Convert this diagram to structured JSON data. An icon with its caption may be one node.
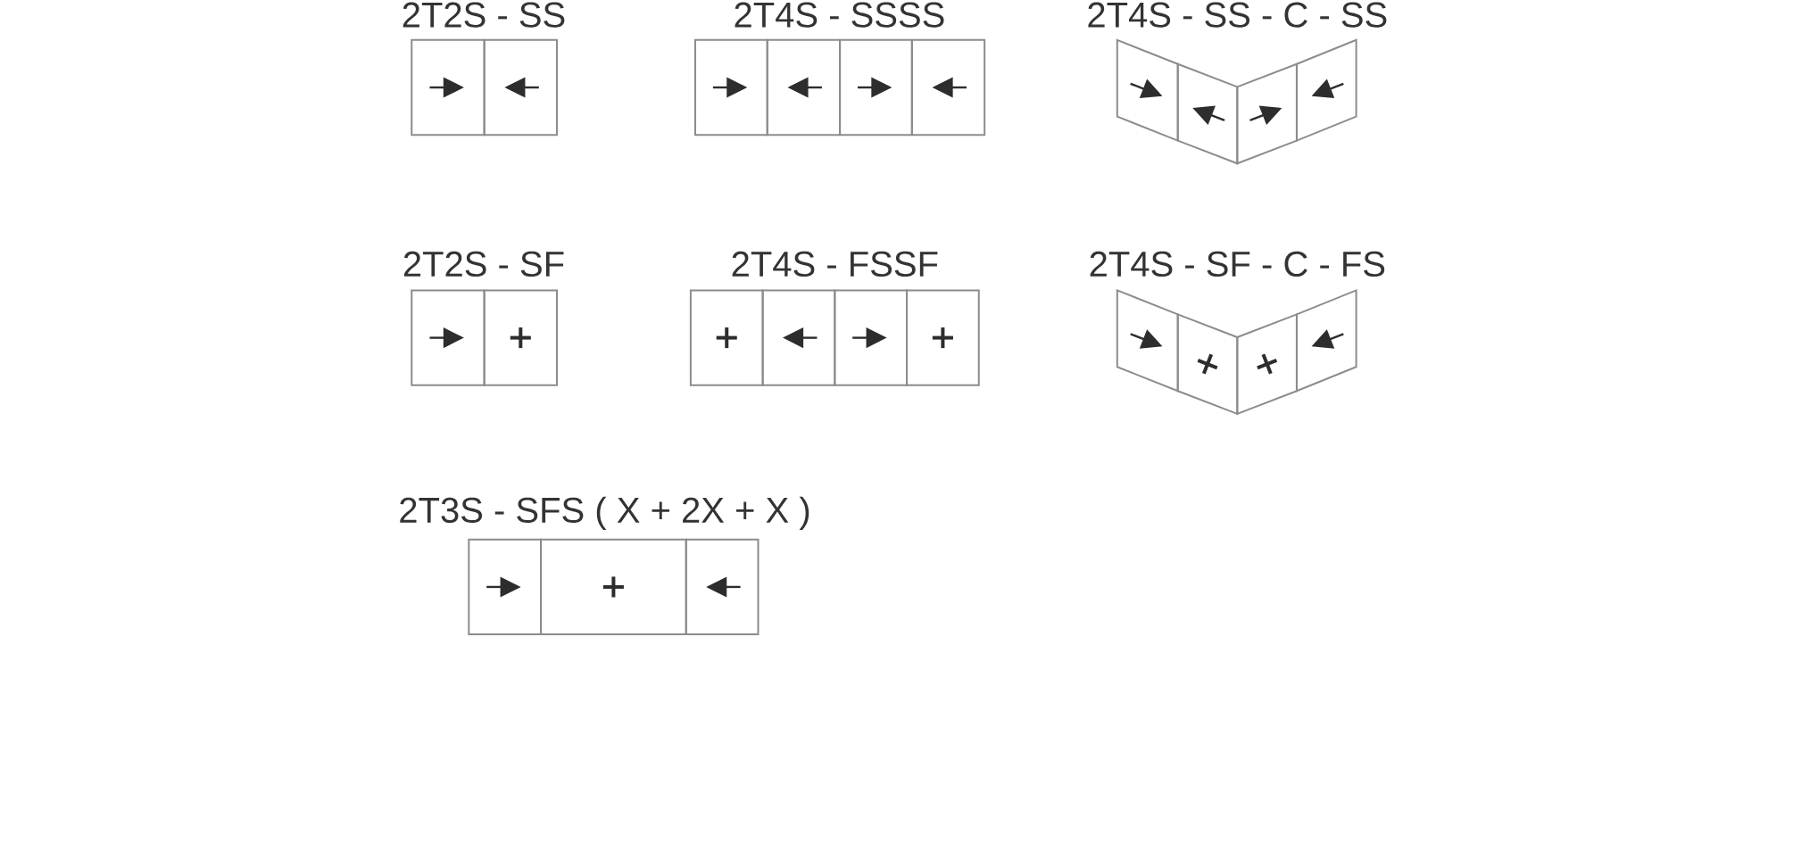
{
  "diagram": {
    "labels": [
      "2T2S - SS",
      "2T4S - SSSS",
      "2T4S - SS - C - SS",
      "2T2S - SF",
      "2T4S - FSSF",
      "2T4S - SF - C - FS",
      "2T3S - SFS ( X + 2X + X )"
    ]
  }
}
